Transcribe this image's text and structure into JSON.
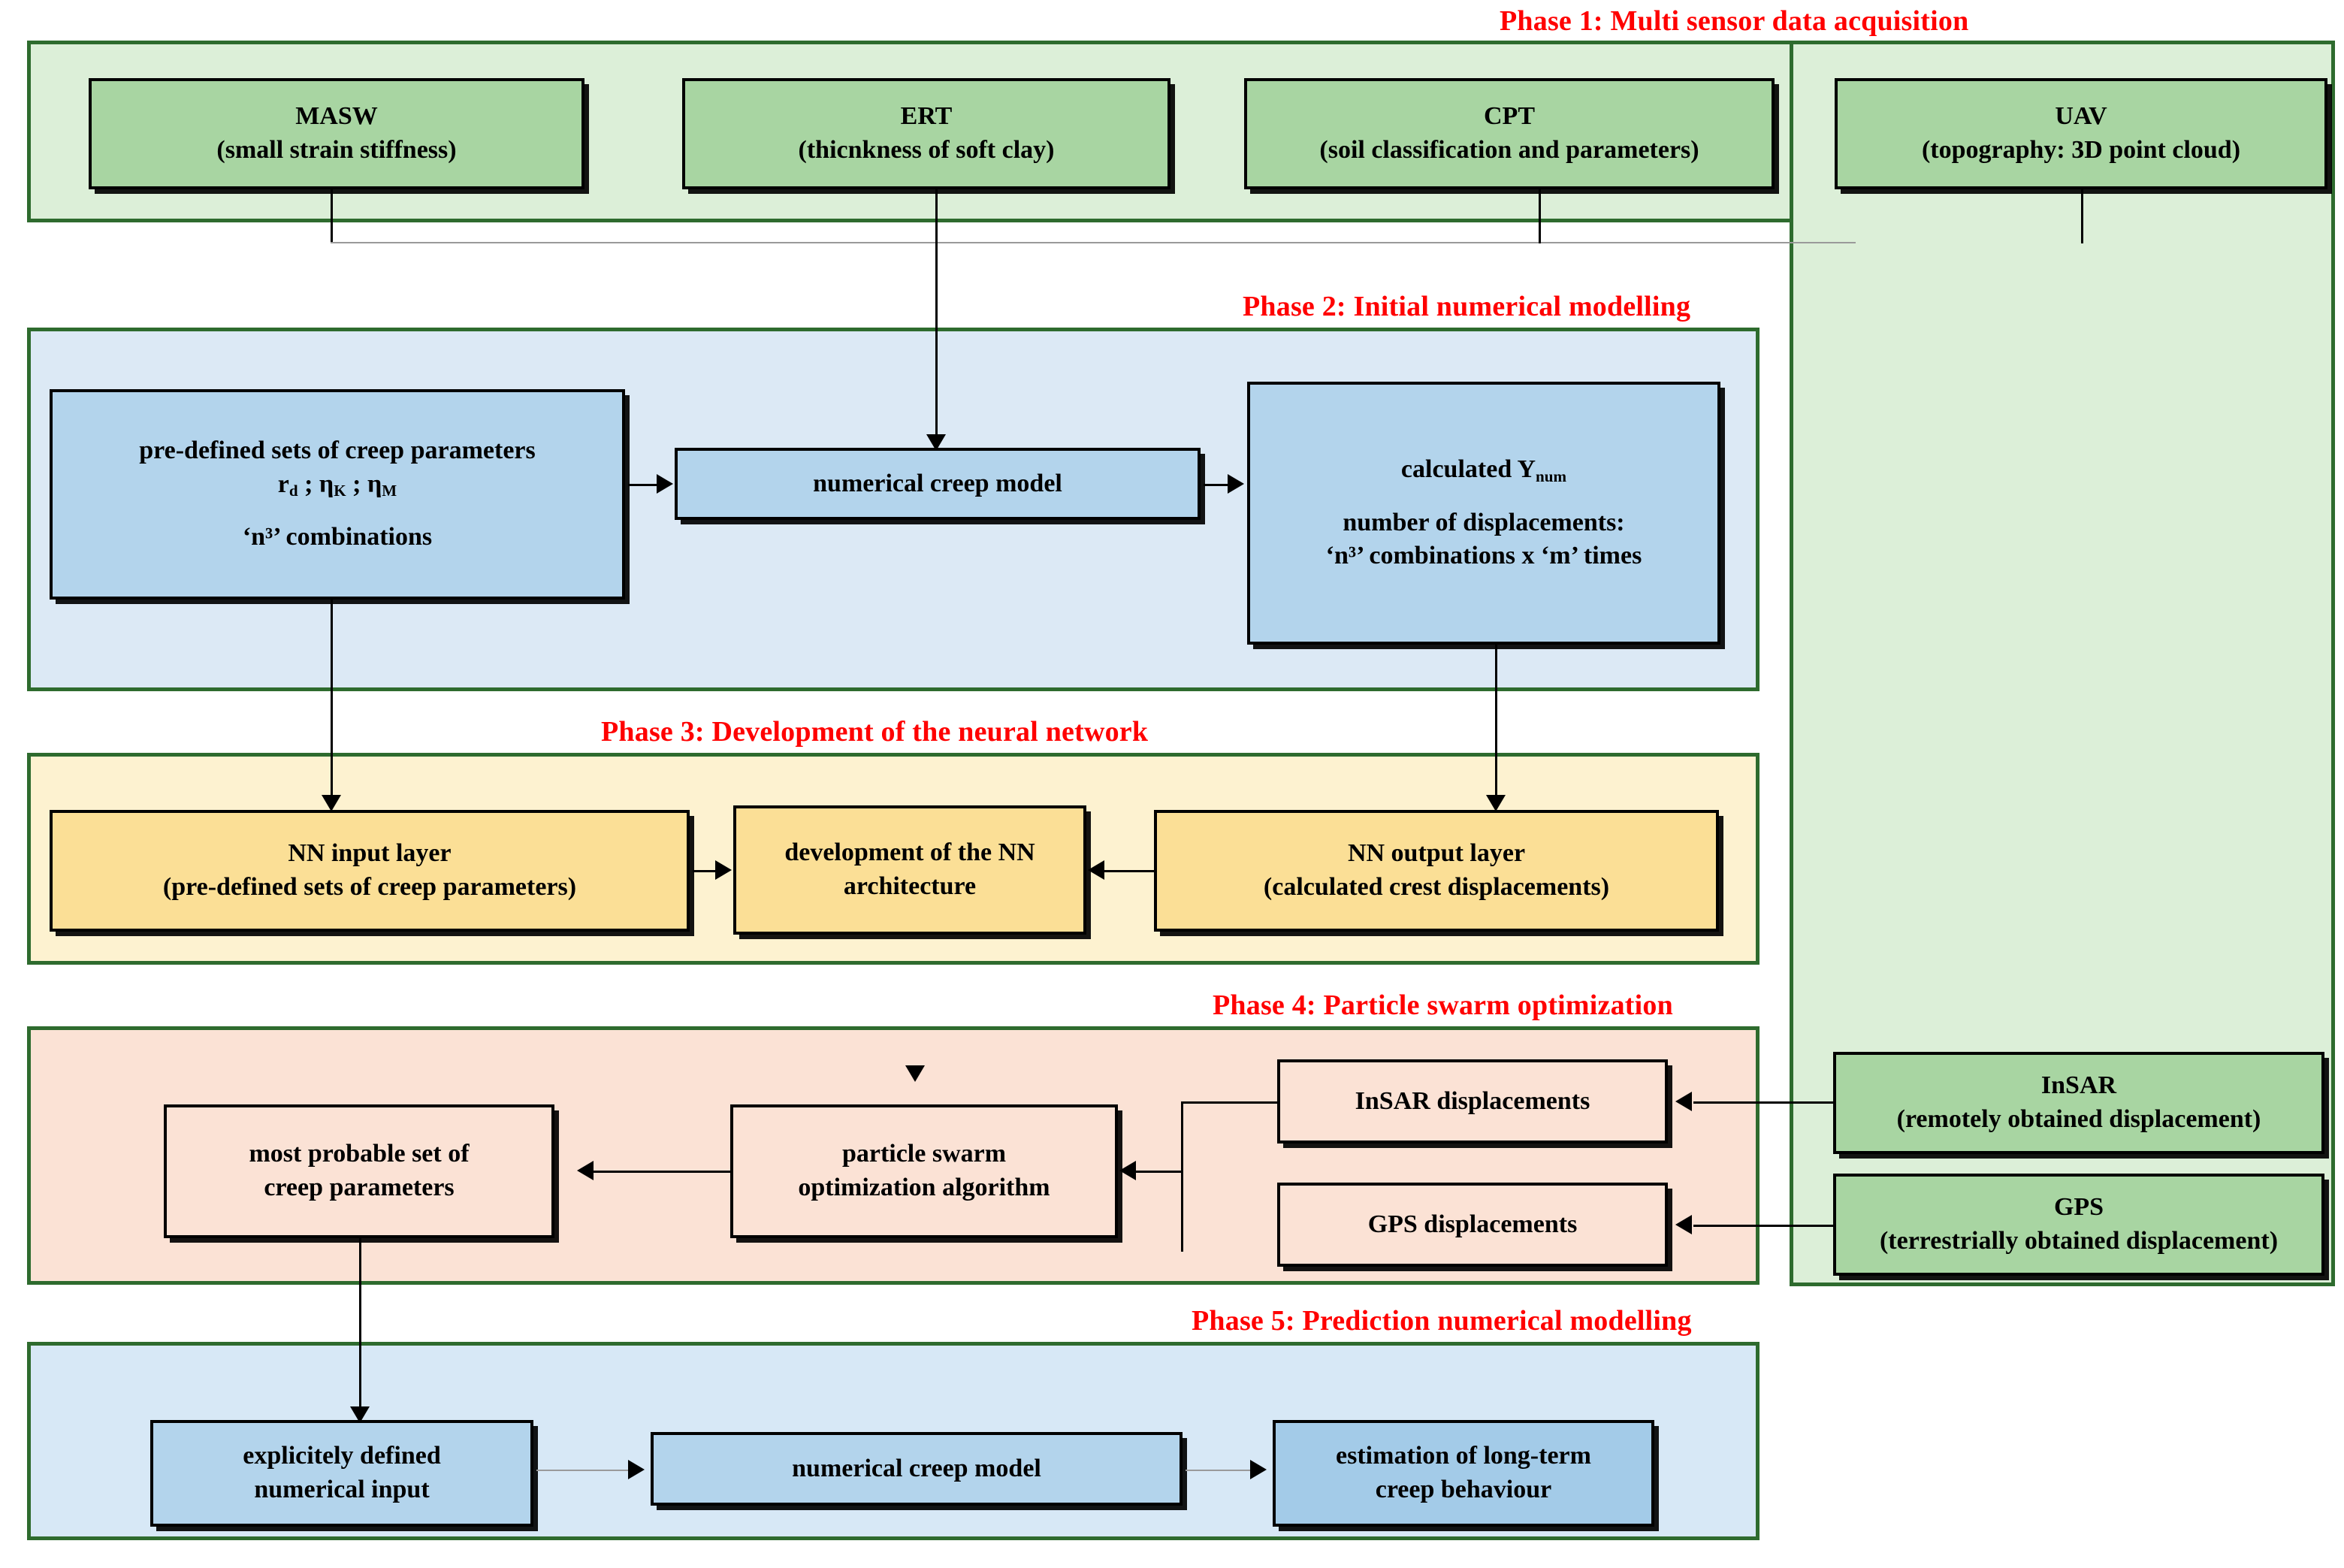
{
  "diagram": {
    "title": "Multi-phase creep parameter identification workflow",
    "colors": {
      "phase1_fill": "#dcefd8",
      "phase2_fill": "#dce9f5",
      "phase3_fill": "#fdf2d0",
      "phase4_fill": "#fbe2d5",
      "phase5_fill": "#d7e8f6",
      "region_border": "#2e6b2e",
      "phase_label": "#ff0000",
      "node_green": "#a8d5a2",
      "node_blue": "#b3d4ec",
      "node_yellow": "#fbdf96",
      "node_peach": "#fbe2d5",
      "node_blue_dark": "#a3cbe8"
    }
  },
  "phases": {
    "p1": {
      "label": "Phase 1: Multi sensor data acquisition"
    },
    "p2": {
      "label": "Phase 2: Initial numerical modelling"
    },
    "p3": {
      "label": "Phase 3: Development of the neural network"
    },
    "p4": {
      "label": "Phase 4: Particle swarm optimization"
    },
    "p5": {
      "label": "Phase 5: Prediction numerical modelling"
    }
  },
  "nodes": {
    "masw": {
      "line1": "MASW",
      "line2": "(small strain stiffness)"
    },
    "ert": {
      "line1": "ERT",
      "line2": "(thicnkness of soft clay)"
    },
    "cpt": {
      "line1": "CPT",
      "line2": "(soil classification and parameters)"
    },
    "uav": {
      "line1": "UAV",
      "line2": "(topography: 3D point cloud)"
    },
    "predefined": {
      "line1": "pre-defined sets of creep parameters",
      "line2": "r",
      "sub2a": "d",
      "mid": " ; η",
      "sub2b": "K",
      "mid2": " ; η",
      "sub2c": "M",
      "line3": "‘n³’ combinations"
    },
    "creep_model_p2": {
      "line1": "numerical creep model"
    },
    "ynum": {
      "line1": "calculated Y",
      "sub1": "num",
      "line2": "number of displacements:",
      "line3": "‘n³’ combinations x ‘m’ times"
    },
    "nn_input": {
      "line1": "NN input layer",
      "line2": "(pre-defined sets of creep parameters)"
    },
    "nn_arch": {
      "line1": "development of the NN",
      "line2": "architecture"
    },
    "nn_output": {
      "line1": "NN output layer",
      "line2": "(calculated crest displacements)"
    },
    "most_probable": {
      "line1": "most probable set of",
      "line2": "creep parameters"
    },
    "pso": {
      "line1": "particle swarm",
      "line2": "optimization algorithm"
    },
    "insar_disp": {
      "line1": "InSAR displacements"
    },
    "gps_disp": {
      "line1": "GPS displacements"
    },
    "insar": {
      "line1": "InSAR",
      "line2": "(remotely obtained displacement)"
    },
    "gps": {
      "line1": "GPS",
      "line2": "(terrestrially obtained displacement)"
    },
    "explicit_input": {
      "line1": "explicitely defined",
      "line2": "numerical input"
    },
    "creep_model_p5": {
      "line1": "numerical creep model"
    },
    "estimation": {
      "line1": "estimation of long-term",
      "line2": "creep behaviour"
    }
  }
}
